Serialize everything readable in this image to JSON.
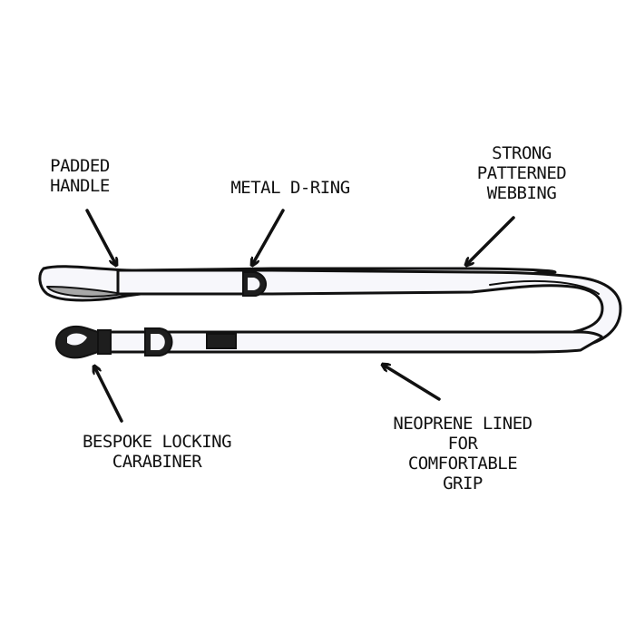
{
  "colors": {
    "outline": "#111111",
    "strap": "#f7f7fb",
    "lining": "#a8a8a8",
    "hardware": "#1e1e1e",
    "background": "#ffffff"
  },
  "labels": {
    "padded_handle": [
      "PADDED",
      "HANDLE"
    ],
    "metal_d_ring": [
      "METAL D-RING"
    ],
    "webbing": [
      "STRONG",
      "PATTERNED",
      "WEBBING"
    ],
    "carabiner": [
      "BESPOKE LOCKING",
      "CARABINER"
    ],
    "neoprene": [
      "NEOPRENE LINED",
      "FOR",
      "COMFORTABLE",
      "GRIP"
    ]
  }
}
